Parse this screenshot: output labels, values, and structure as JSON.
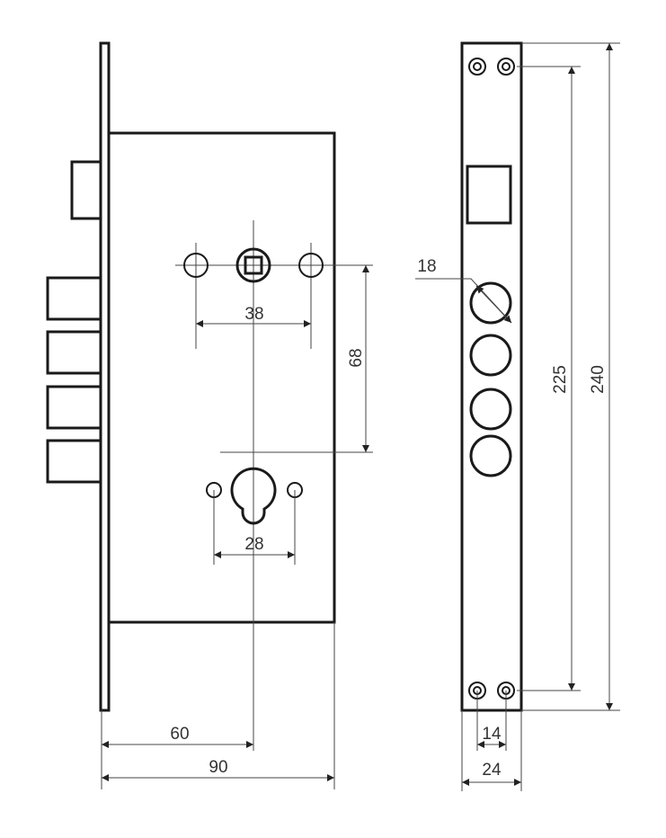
{
  "dimensions": {
    "spindle_hole_spacing": "38",
    "spindle_to_cylinder": "68",
    "cylinder_hole_spacing": "28",
    "backset": "60",
    "case_depth": "90",
    "bolt_diameter": "18",
    "screw_spacing_vertical": "225",
    "faceplate_length": "240",
    "screw_spacing_horizontal": "14",
    "faceplate_width": "24"
  },
  "colors": {
    "line": "#1a1a1a",
    "dimension": "#444444"
  }
}
